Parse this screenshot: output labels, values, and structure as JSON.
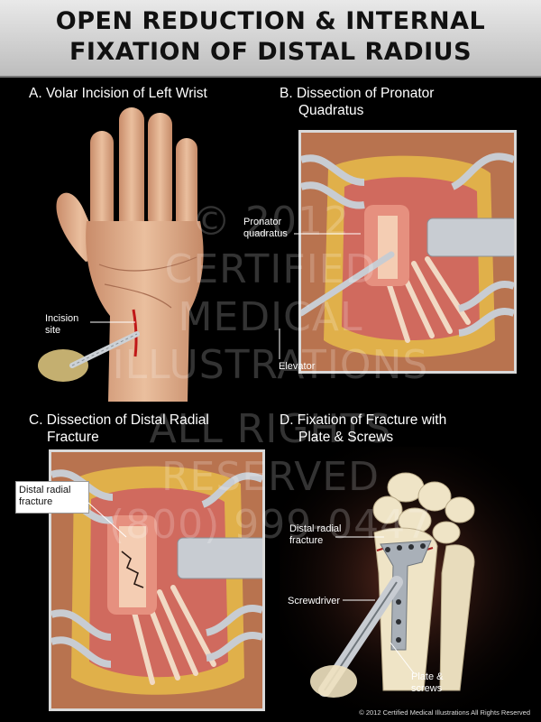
{
  "title": {
    "line1": "OPEN REDUCTION & INTERNAL",
    "line2": "FIXATION OF DISTAL RADIUS"
  },
  "panels": {
    "a": {
      "heading": "A. Volar Incision of Left Wrist",
      "incision_label_1": "Incision",
      "incision_label_2": "site"
    },
    "b": {
      "heading_1": "B. Dissection of Pronator",
      "heading_2": "Quadratus",
      "pronator_label_1": "Pronator",
      "pronator_label_2": "quadratus",
      "elevator_label": "Elevator"
    },
    "c": {
      "heading_1": "C. Dissection of Distal Radial",
      "heading_2": "Fracture",
      "fracture_label_1": "Distal radial",
      "fracture_label_2": "fracture"
    },
    "d": {
      "heading_1": "D. Fixation of Fracture with",
      "heading_2": "Plate & Screws",
      "fracture_label_1": "Distal radial",
      "fracture_label_2": "fracture",
      "screwdriver_label": "Screwdriver",
      "plate_label_1": "Plate &",
      "plate_label_2": "screws"
    }
  },
  "watermark": [
    "© 2012",
    "CERTIFIED",
    "MEDICAL",
    "ILLUSTRATIONS",
    "ALL RIGHTS",
    "RESERVED",
    "(800) 999-0447"
  ],
  "copyright": "© 2012 Certified Medical Illustrations All Rights Reserved",
  "colors": {
    "background": "#000000",
    "title_bar": "#d4d4d4",
    "skin": "#e2b08e",
    "incision": "#c01818",
    "retractor": "#c8ccd2",
    "muscle": "#d06a5e",
    "fat": "#e0b04a",
    "bone": "#efe4c6"
  }
}
